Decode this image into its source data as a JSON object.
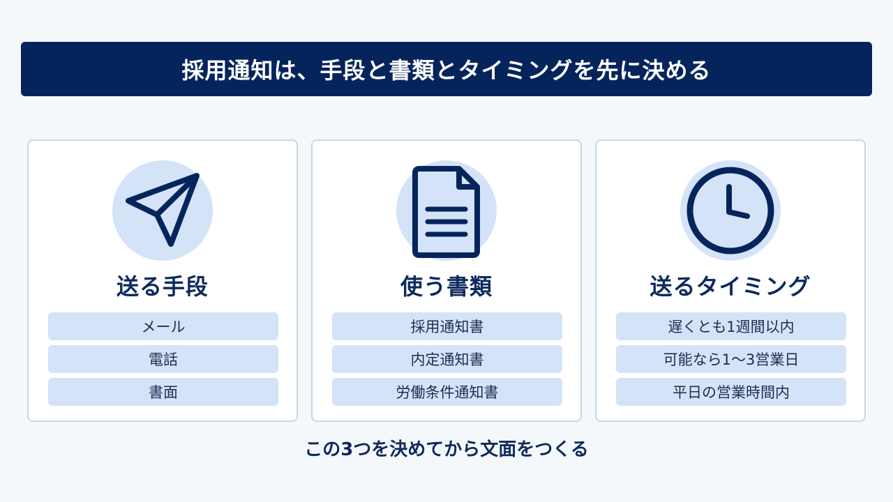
{
  "title": "採用通知は、手段と書類とタイミングを先に決める",
  "cards": [
    {
      "icon": "paper-plane-icon",
      "title": "送る手段",
      "items": [
        "メール",
        "電話",
        "書面"
      ]
    },
    {
      "icon": "document-icon",
      "title": "使う書類",
      "items": [
        "採用通知書",
        "内定通知書",
        "労働条件通知書"
      ]
    },
    {
      "icon": "clock-icon",
      "title": "送るタイミング",
      "items": [
        "遅くとも1週間以内",
        "可能なら1〜3営業日",
        "平日の営業時間内"
      ]
    }
  ],
  "footer": "この3つを決めてから文面をつくる",
  "colors": {
    "navy": "#06245c",
    "accent_light": "#d4e3f8",
    "background": "#f5f8fb",
    "card_border": "#c9d6e6"
  }
}
